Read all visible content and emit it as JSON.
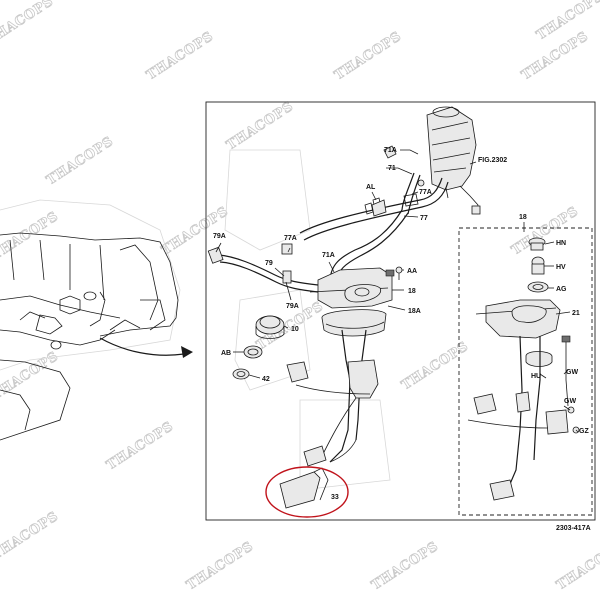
{
  "diagram": {
    "figure_id": "2303-417A",
    "overview_arrow_label": "",
    "callouts": {
      "c71A_top": "71A",
      "c71": "71",
      "fig2302": "FIG.2302",
      "cAL": "AL",
      "c77A": "77A",
      "c77": "77",
      "c79A_top": "79A",
      "c77A_left": "77A",
      "c71A_mid": "71A",
      "cAA": "AA",
      "c79": "79",
      "c18_main": "18",
      "c18A": "18A",
      "c79A_low": "79A",
      "c10": "10",
      "cAB": "AB",
      "c42": "42",
      "c33": "33",
      "c18_box": "18",
      "cHN": "HN",
      "cHV": "HV",
      "cAG": "AG",
      "c21": "21",
      "cHU": "HU",
      "cGW_1": "GW",
      "cGW_2": "GW",
      "cGZ": "GZ"
    },
    "watermark": "THACOPS",
    "highlight_color": "#c0131b"
  }
}
